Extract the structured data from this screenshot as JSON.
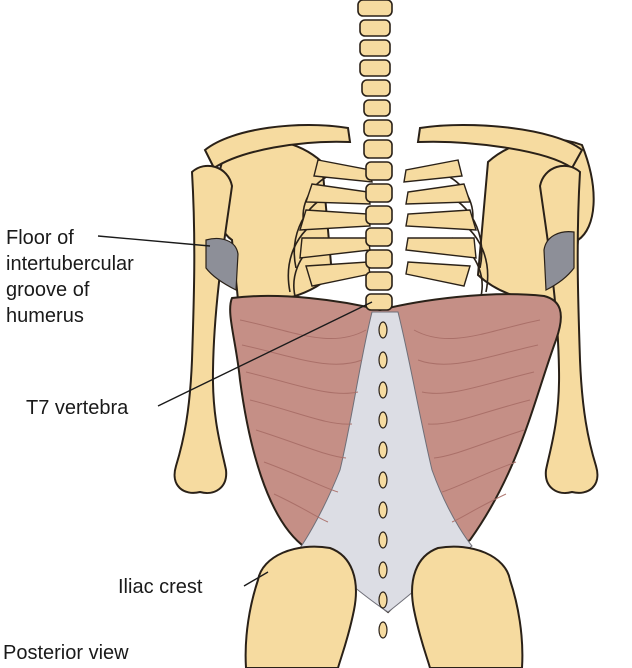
{
  "labels": {
    "floor_line1": "Floor of",
    "floor_line2": "intertubercular",
    "floor_line3": "groove of",
    "floor_line4": "humerus",
    "t7": "T7 vertebra",
    "iliac": "Iliac crest",
    "view": "Posterior view"
  },
  "colors": {
    "bone": "#f6dba0",
    "bone_shadow": "#e2bd72",
    "outline": "#2a2118",
    "muscle": "#c58f86",
    "muscle_dark": "#a86d66",
    "aponeurosis": "#dcdde4",
    "tendon": "#8d8f98",
    "leader": "#1a1a1a",
    "text": "#1a1a1a"
  }
}
